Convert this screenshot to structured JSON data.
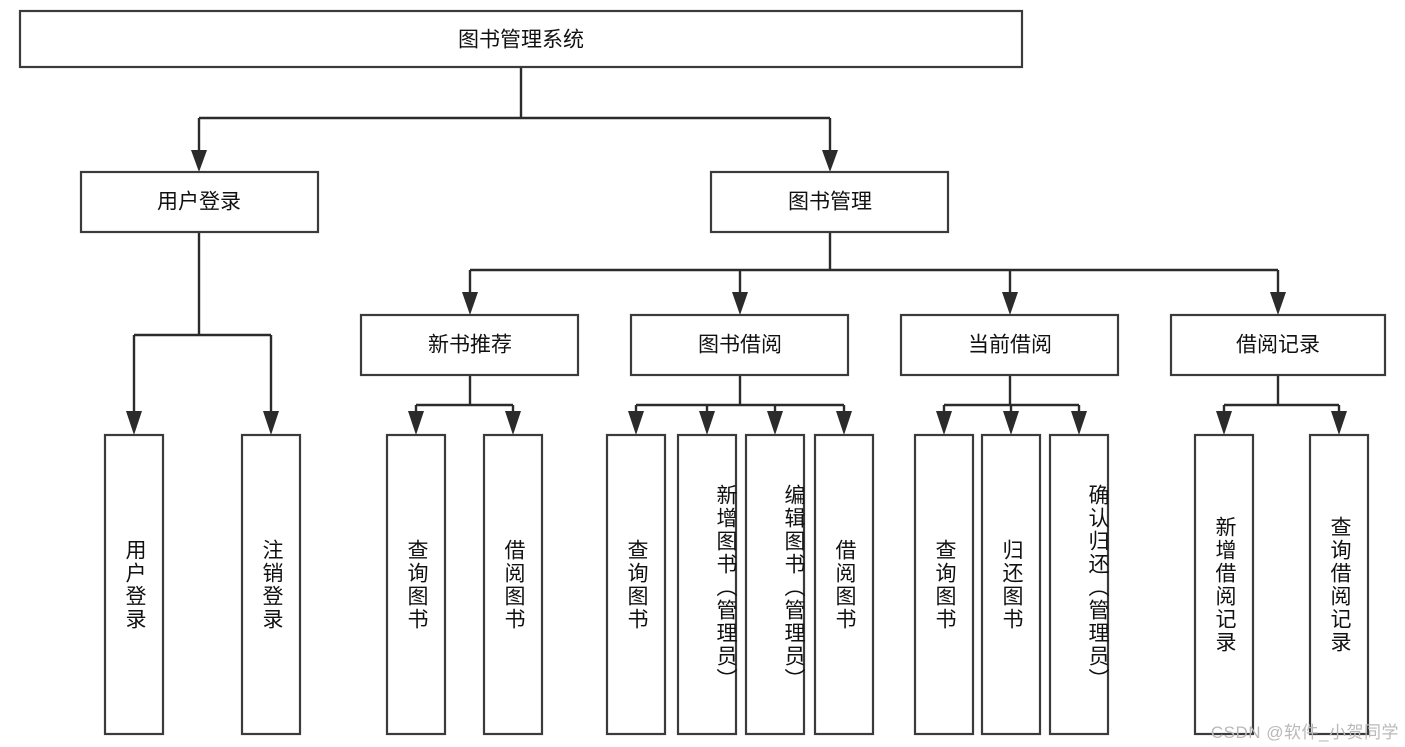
{
  "diagram": {
    "type": "tree",
    "title": "图书管理系统",
    "orientation": "top-down",
    "style": {
      "box_fill": "#ffffff",
      "box_stroke": "#3b3b3b",
      "connector_color": "#2b2b2b",
      "text_color": "#111111",
      "background": "#ffffff",
      "watermark_color": "#b9b9b9"
    },
    "root": {
      "label": "图书管理系统"
    },
    "level2": [
      {
        "label": "用户登录"
      },
      {
        "label": "图书管理"
      }
    ],
    "level3": [
      {
        "label": "新书推荐"
      },
      {
        "label": "图书借阅"
      },
      {
        "label": "当前借阅"
      },
      {
        "label": "借阅记录"
      }
    ],
    "leaves": {
      "user_login": [
        {
          "label": "用户登录"
        },
        {
          "label": "注销登录"
        }
      ],
      "new_book_recommend": [
        {
          "label": "查询图书"
        },
        {
          "label": "借阅图书"
        }
      ],
      "book_borrow": [
        {
          "label": "查询图书"
        },
        {
          "label": "新增图书（管理员）"
        },
        {
          "label": "编辑图书（管理员）"
        },
        {
          "label": "借阅图书"
        }
      ],
      "current_borrow": [
        {
          "label": "查询图书"
        },
        {
          "label": "归还图书"
        },
        {
          "label": "确认归还（管理员）"
        }
      ],
      "borrow_record": [
        {
          "label": "新增借阅记录"
        },
        {
          "label": "查询借阅记录"
        }
      ]
    }
  },
  "watermark": {
    "text": "CSDN @软件_小贺同学"
  }
}
